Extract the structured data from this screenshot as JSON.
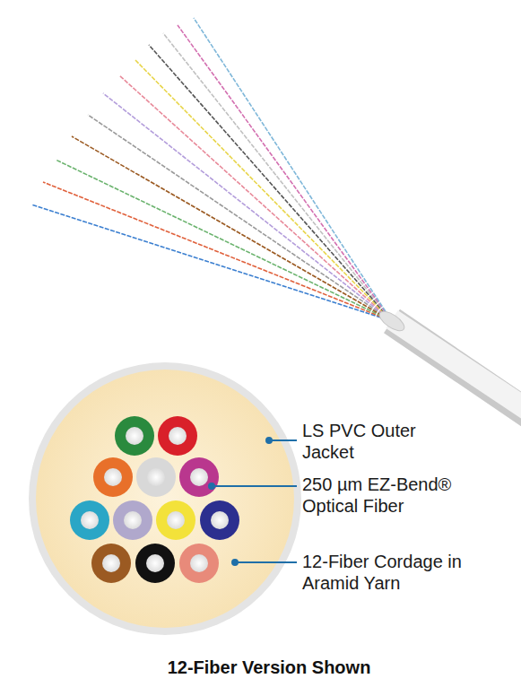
{
  "diagram": {
    "caption": "12-Fiber Version Shown",
    "labels": [
      "LS PVC Outer Jacket",
      "250 µm EZ-Bend® Optical Fiber",
      "12-Fiber Cordage in Aramid Yarn"
    ]
  }
}
